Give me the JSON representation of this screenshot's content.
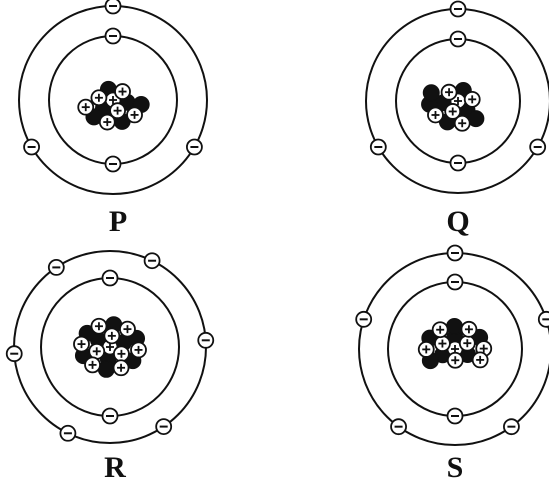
{
  "colors": {
    "ink": "#111111",
    "proton_fill": "#ffffff",
    "neutron_fill": "#111111",
    "paper": "#ffffff"
  },
  "particle_glyphs": {
    "proton": "+",
    "electron": "−"
  },
  "atoms": [
    {
      "label": "P",
      "shells": [
        2,
        3
      ],
      "protons": 7,
      "neutrons": 6
    },
    {
      "label": "Q",
      "shells": [
        2,
        3
      ],
      "protons": 6,
      "neutrons": 7
    },
    {
      "label": "R",
      "shells": [
        2,
        6
      ],
      "protons": 10,
      "neutrons": 9
    },
    {
      "label": "S",
      "shells": [
        2,
        5
      ],
      "protons": 9,
      "neutrons": 7
    }
  ]
}
